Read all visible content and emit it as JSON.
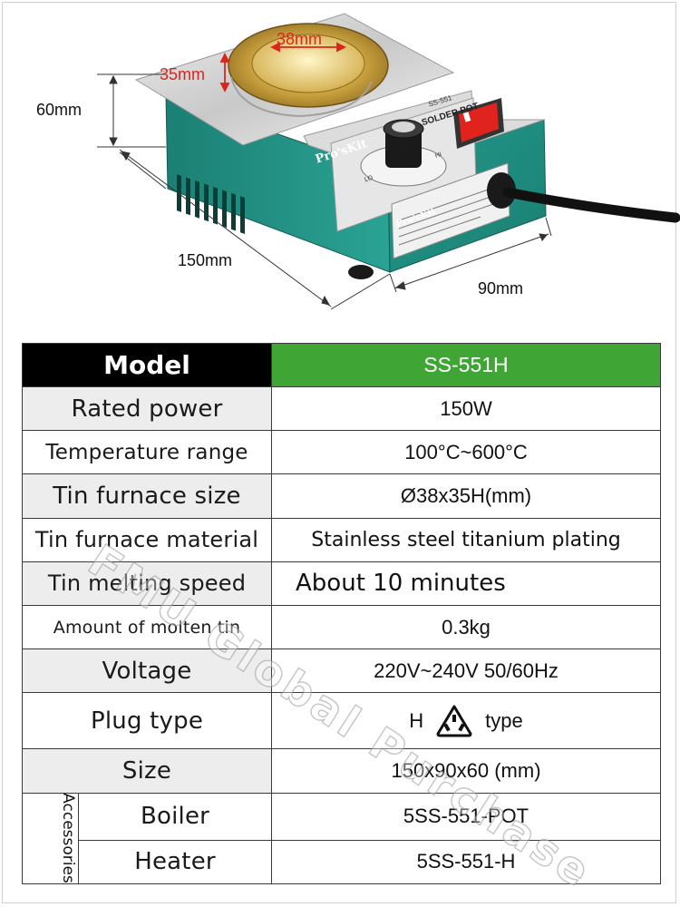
{
  "image": {
    "brand_label": "Pro'sKit",
    "panel_title": "SOLDER POT",
    "panel_model": "SS-551",
    "knob_low": "LO",
    "knob_high": "HI",
    "dimensions": {
      "inner_diameter": "38mm",
      "inner_depth": "35mm",
      "height": "60mm",
      "length": "150mm",
      "width": "90mm"
    }
  },
  "table": {
    "header": {
      "label": "Model",
      "value": "SS-551H"
    },
    "rows": [
      {
        "label": "Rated power",
        "value": "150W"
      },
      {
        "label": "Temperature range",
        "value": "100°C~600°C"
      },
      {
        "label": "Tin furnace size",
        "value": "Ø38x35H(mm)"
      },
      {
        "label": "Tin furnace material",
        "value": "Stainless steel titanium plating"
      },
      {
        "label": "Tin melting speed",
        "value": "About 10 minutes"
      },
      {
        "label": "Amount of molten tin",
        "value": "0.3kg"
      },
      {
        "label": "Voltage",
        "value": "220V~240V 50/60Hz"
      },
      {
        "label": "Plug type",
        "value_prefix": "H",
        "value_suffix": "type"
      },
      {
        "label": "Size",
        "value": "150x90x60 (mm)"
      }
    ],
    "accessories": {
      "group_label": "Accessories",
      "items": [
        {
          "label": "Boiler",
          "value": "5SS-551-POT"
        },
        {
          "label": "Heater",
          "value": "5SS-551-H"
        }
      ]
    }
  },
  "watermark": "FMU Global Purchase",
  "colors": {
    "header_black": "#000000",
    "header_green": "#3fa535",
    "row_shade": "#ededed",
    "body_teal": "#1f8f82",
    "dimension_red": "#d9261c"
  }
}
